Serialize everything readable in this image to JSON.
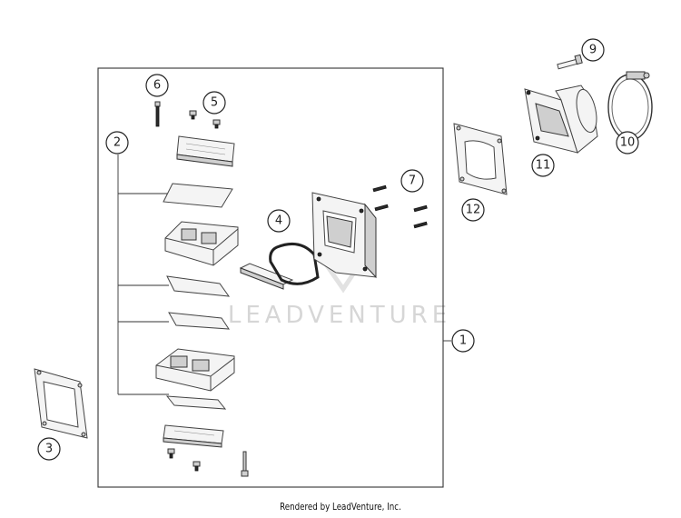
{
  "diagram": {
    "callouts": [
      {
        "id": "1",
        "label": "1"
      },
      {
        "id": "2",
        "label": "2"
      },
      {
        "id": "3",
        "label": "3"
      },
      {
        "id": "4",
        "label": "4"
      },
      {
        "id": "5",
        "label": "5"
      },
      {
        "id": "6",
        "label": "6"
      },
      {
        "id": "7",
        "label": "7"
      },
      {
        "id": "9",
        "label": "9"
      },
      {
        "id": "10",
        "label": "10"
      },
      {
        "id": "11",
        "label": "11"
      },
      {
        "id": "12",
        "label": "12"
      }
    ],
    "watermark": "LEADVENTURE",
    "footer": "Rendered by LeadVenture, Inc."
  }
}
